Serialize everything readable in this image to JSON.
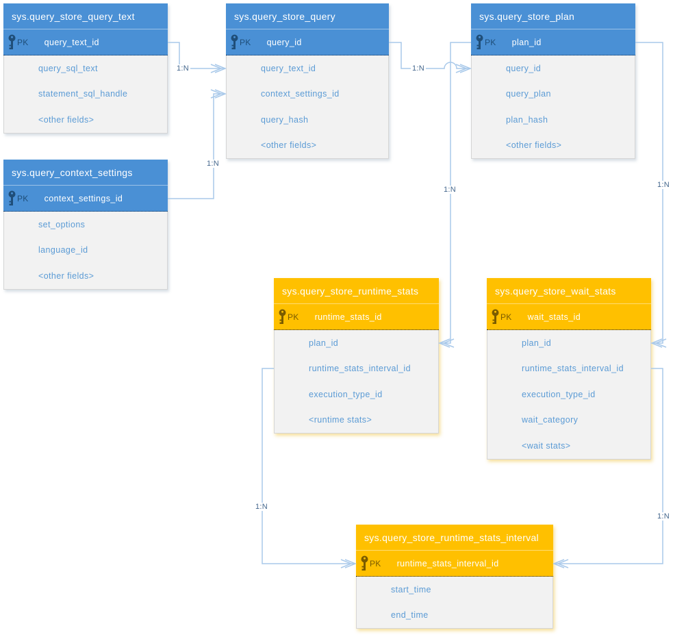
{
  "colors": {
    "table_blue": "#4a90d5",
    "table_orange": "#ffc000",
    "body_background": "#f2f2f2",
    "field_text": "#5b9bd5",
    "connector_line": "#a9c9ea",
    "cardinality_text": "#44678d",
    "pk_text_blue": "#1f4e79",
    "pk_text_orange": "#7a5c00"
  },
  "tables": [
    {
      "title": "sys.query_store_query_text",
      "theme": "blue",
      "pk_label": "PK",
      "pk_field": "query_text_id",
      "fields": [
        "query_sql_text",
        "statement_sql_handle",
        "<other fields>"
      ]
    },
    {
      "title": "sys.query_store_query",
      "theme": "blue",
      "pk_label": "PK",
      "pk_field": "query_id",
      "fields": [
        "query_text_id",
        "context_settings_id",
        "query_hash",
        "<other fields>"
      ]
    },
    {
      "title": "sys.query_store_plan",
      "theme": "blue",
      "pk_label": "PK",
      "pk_field": "plan_id",
      "fields": [
        "query_id",
        "query_plan",
        "plan_hash",
        "<other fields>"
      ]
    },
    {
      "title": "sys.query_context_settings",
      "theme": "blue",
      "pk_label": "PK",
      "pk_field": "context_settings_id",
      "fields": [
        "set_options",
        "language_id",
        "<other fields>"
      ]
    },
    {
      "title": "sys.query_store_runtime_stats",
      "theme": "orange",
      "pk_label": "PK",
      "pk_field": "runtime_stats_id",
      "fields": [
        "plan_id",
        "runtime_stats_interval_id",
        "execution_type_id",
        "<runtime stats>"
      ]
    },
    {
      "title": "sys.query_store_wait_stats",
      "theme": "orange",
      "pk_label": "PK",
      "pk_field": "wait_stats_id",
      "fields": [
        "plan_id",
        "runtime_stats_interval_id",
        "execution_type_id",
        "wait_category",
        "<wait stats>"
      ]
    },
    {
      "title": "sys.query_store_runtime_stats_interval",
      "theme": "orange",
      "pk_label": "PK",
      "pk_field": "runtime_stats_interval_id",
      "fields": [
        "start_time",
        "end_time"
      ]
    }
  ],
  "connectors": [
    {
      "label": "1:N",
      "from": "sys.query_store_query_text.query_text_id",
      "to": "sys.query_store_query.query_text_id"
    },
    {
      "label": "1:N",
      "from": "sys.query_context_settings.context_settings_id",
      "to": "sys.query_store_query.context_settings_id"
    },
    {
      "label": "1:N",
      "from": "sys.query_store_query.query_id",
      "to": "sys.query_store_plan.query_id"
    },
    {
      "label": "1:N",
      "from": "sys.query_store_plan.plan_id",
      "to": "sys.query_store_runtime_stats.plan_id"
    },
    {
      "label": "1:N",
      "from": "sys.query_store_plan.plan_id",
      "to": "sys.query_store_wait_stats.plan_id"
    },
    {
      "label": "1:N",
      "from": "sys.query_store_runtime_stats.runtime_stats_interval_id",
      "to": "sys.query_store_runtime_stats_interval.runtime_stats_interval_id"
    },
    {
      "label": "1:N",
      "from": "sys.query_store_wait_stats.runtime_stats_interval_id",
      "to": "sys.query_store_runtime_stats_interval.runtime_stats_interval_id"
    }
  ]
}
